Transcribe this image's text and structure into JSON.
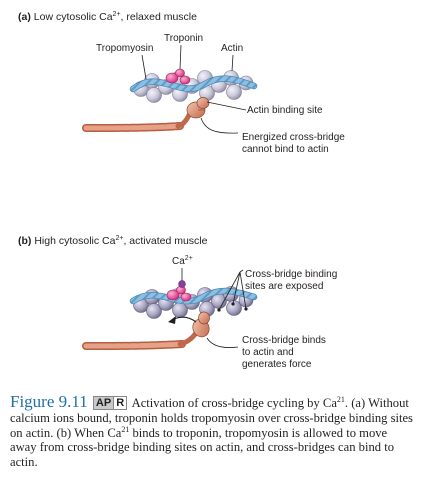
{
  "panel_a": {
    "title_bold": "(a)",
    "title_pre": " Low cytosolic Ca",
    "title_sup": "2+",
    "title_post": ", relaxed muscle",
    "labels": {
      "troponin": "Troponin",
      "tropomyosin": "Tropomyosin",
      "actin": "Actin",
      "binding_site": "Actin binding site",
      "crossbridge_1": "Energized cross-bridge",
      "crossbridge_2": "cannot bind to actin"
    }
  },
  "panel_b": {
    "title_bold": "(b)",
    "title_pre": " High cytosolic Ca",
    "title_sup": "2+",
    "title_post": ", activated muscle",
    "labels": {
      "calcium": "Ca",
      "calcium_sup": "2+",
      "exposed_1": "Cross-bridge binding",
      "exposed_2": "sites are exposed",
      "binds_1": "Cross-bridge binds",
      "binds_2": "to actin and",
      "binds_3": "generates force"
    }
  },
  "caption": {
    "figure_label": "Figure 9.11",
    "badge_a": "AP",
    "badge_r": "R",
    "part1": " Activation of cross-bridge cycling by Ca",
    "sup1": "21",
    "part2": ". (a) Without calcium ions bound, troponin holds tropomyosin over cross-bridge binding sites on actin. (b) When Ca",
    "sup2": "21",
    "part3": " binds to troponin, tropomyosin is allowed to move away from cross-bridge binding sites on actin, and cross-bridges can bind to actin."
  },
  "colors": {
    "actin": "#c9c8d8",
    "tropomyosin": "#7fb6d9",
    "troponin": "#e43c8c",
    "crossbridge": "#d98a6e",
    "calcium": "#8a3fa0",
    "caption_accent": "#1f6fa8"
  }
}
